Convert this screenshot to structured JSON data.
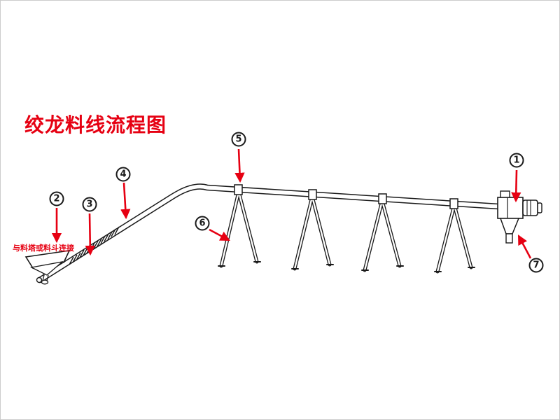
{
  "page": {
    "background": "#ffffff",
    "accent": "#e60012",
    "line_color": "#1a1a1a"
  },
  "title": "绞龙料线流程图",
  "hopper_note": "与料塔或料斗连接",
  "callouts": [
    {
      "num": "1"
    },
    {
      "num": "2"
    },
    {
      "num": "3"
    },
    {
      "num": "4"
    },
    {
      "num": "5"
    },
    {
      "num": "6"
    },
    {
      "num": "7"
    }
  ]
}
